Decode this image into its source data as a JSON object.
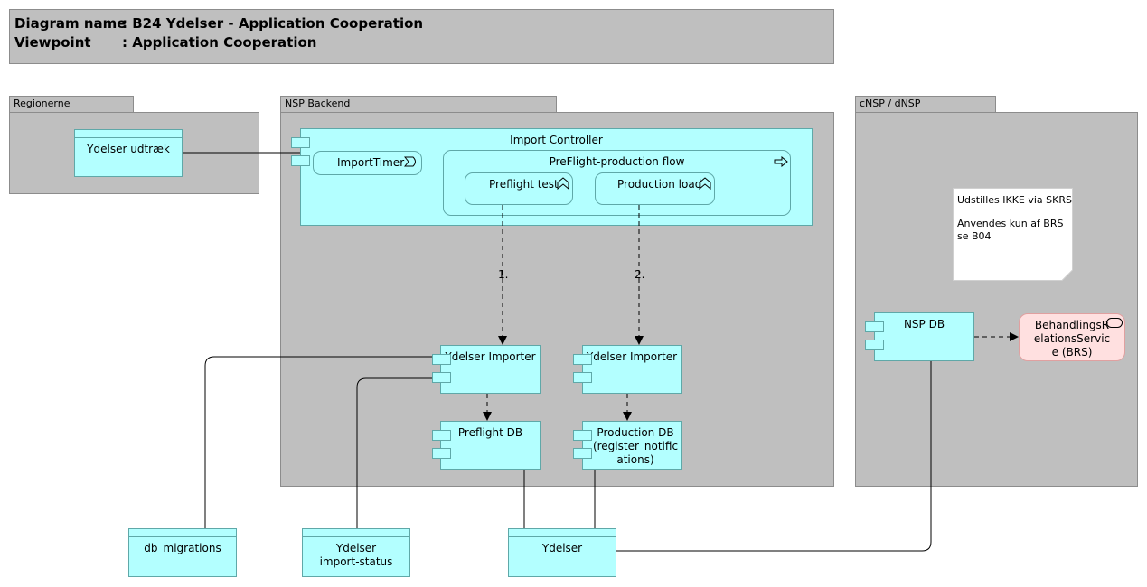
{
  "header": {
    "diagram_name_key": "Diagram name",
    "diagram_name_value": ": B24 Ydelser - Application Cooperation",
    "viewpoint_key": "Viewpoint",
    "viewpoint_value": ": Application Cooperation"
  },
  "groups": {
    "regionerne": "Regionerne",
    "nsp_backend": "NSP Backend",
    "cnsp": "cNSP / dNSP"
  },
  "nodes": {
    "ydelser_udtraek": "Ydelser udtræk",
    "import_controller": "Import Controller",
    "import_timer": "ImportTimer",
    "preflight_flow": "PreFlight-production flow",
    "preflight_test": "Preflight test",
    "production_load": "Production load",
    "importer1": "Ydelser Importer",
    "importer2": "Ydelser Importer",
    "preflight_db": "Preflight DB",
    "production_db": "Production DB (register_notifications)",
    "nsp_db": "NSP DB",
    "brs": "BehandlingsRelationsService (BRS)",
    "db_migrations": "db_migrations",
    "import_status": "Ydelser import-status",
    "ydelser": "Ydelser"
  },
  "note": {
    "line1": "Udstilles IKKE via SKRS",
    "line2": "Anvendes kun af BRS",
    "line3": "se B04"
  },
  "edge_labels": {
    "step1": "1.",
    "step2": "2."
  }
}
